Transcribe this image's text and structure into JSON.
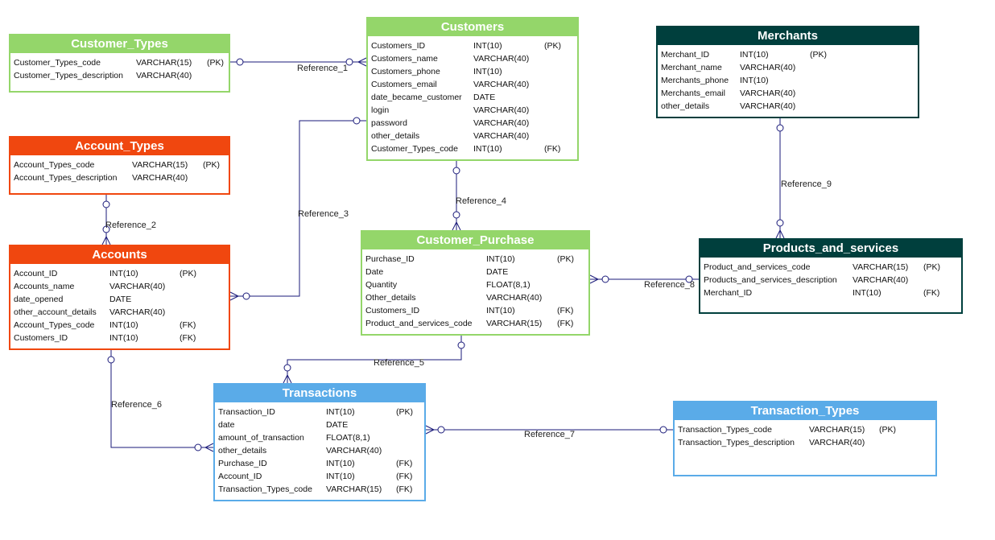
{
  "colors": {
    "green": "#94d66a",
    "orange": "#f0470f",
    "dark_teal": "#003f3d",
    "blue": "#5aabe8",
    "line": "#1a1a7a"
  },
  "references": [
    {
      "id": "r1",
      "label": "Reference_1"
    },
    {
      "id": "r2",
      "label": "Reference_2"
    },
    {
      "id": "r3",
      "label": "Reference_3"
    },
    {
      "id": "r4",
      "label": "Reference_4"
    },
    {
      "id": "r5",
      "label": "Reference_5"
    },
    {
      "id": "r6",
      "label": "Reference_6"
    },
    {
      "id": "r7",
      "label": "Reference_7"
    },
    {
      "id": "r8",
      "label": "Reference_8"
    },
    {
      "id": "r9",
      "label": "Reference_9"
    }
  ],
  "entities": [
    {
      "name": "Customer_Types",
      "color": "green",
      "columns": [
        [
          "Customer_Types_code",
          "VARCHAR(15)",
          "(PK)"
        ],
        [
          "Customer_Types_description",
          "VARCHAR(40)",
          ""
        ]
      ]
    },
    {
      "name": "Account_Types",
      "color": "orange",
      "columns": [
        [
          "Account_Types_code",
          "VARCHAR(15)",
          "(PK)"
        ],
        [
          "Account_Types_description",
          "VARCHAR(40)",
          ""
        ]
      ]
    },
    {
      "name": "Accounts",
      "color": "orange",
      "columns": [
        [
          "Account_ID",
          "INT(10)",
          "(PK)"
        ],
        [
          "Accounts_name",
          "VARCHAR(40)",
          ""
        ],
        [
          "date_opened",
          "DATE",
          ""
        ],
        [
          "other_account_details",
          "VARCHAR(40)",
          ""
        ],
        [
          "Account_Types_code",
          "INT(10)",
          "(FK)"
        ],
        [
          "Customers_ID",
          "INT(10)",
          "(FK)"
        ]
      ]
    },
    {
      "name": "Customers",
      "color": "green",
      "columns": [
        [
          "Customers_ID",
          "INT(10)",
          "(PK)"
        ],
        [
          "Customers_name",
          "VARCHAR(40)",
          ""
        ],
        [
          "Customers_phone",
          "INT(10)",
          ""
        ],
        [
          "Customers_email",
          "VARCHAR(40)",
          ""
        ],
        [
          "date_became_customer",
          "DATE",
          ""
        ],
        [
          "login",
          "VARCHAR(40)",
          ""
        ],
        [
          "password",
          "VARCHAR(40)",
          ""
        ],
        [
          "other_details",
          "VARCHAR(40)",
          ""
        ],
        [
          "Customer_Types_code",
          "INT(10)",
          "(FK)"
        ]
      ]
    },
    {
      "name": "Customer_Purchase",
      "color": "green",
      "columns": [
        [
          "Purchase_ID",
          "INT(10)",
          "(PK)"
        ],
        [
          "Date",
          "DATE",
          ""
        ],
        [
          "Quantity",
          "FLOAT(8,1)",
          ""
        ],
        [
          "Other_details",
          "VARCHAR(40)",
          ""
        ],
        [
          "Customers_ID",
          "INT(10)",
          "(FK)"
        ],
        [
          "Product_and_services_code",
          "VARCHAR(15)",
          "(FK)"
        ]
      ]
    },
    {
      "name": "Merchants",
      "color": "dark_teal",
      "columns": [
        [
          "Merchant_ID",
          "INT(10)",
          "(PK)"
        ],
        [
          "Merchant_name",
          "VARCHAR(40)",
          ""
        ],
        [
          "Merchants_phone",
          "INT(10)",
          ""
        ],
        [
          "Merchants_email",
          "VARCHAR(40)",
          ""
        ],
        [
          "other_details",
          "VARCHAR(40)",
          ""
        ]
      ]
    },
    {
      "name": "Products_and_services",
      "color": "dark_teal",
      "columns": [
        [
          "Product_and_services_code",
          "VARCHAR(15)",
          "(PK)"
        ],
        [
          "Products_and_services_description",
          "VARCHAR(40)",
          ""
        ],
        [
          "Merchant_ID",
          "INT(10)",
          "(FK)"
        ]
      ]
    },
    {
      "name": "Transactions",
      "color": "blue",
      "columns": [
        [
          "Transaction_ID",
          "INT(10)",
          "(PK)"
        ],
        [
          "date",
          "DATE",
          ""
        ],
        [
          "amount_of_transaction",
          "FLOAT(8,1)",
          ""
        ],
        [
          "other_details",
          "VARCHAR(40)",
          ""
        ],
        [
          "Purchase_ID",
          "INT(10)",
          "(FK)"
        ],
        [
          "Account_ID",
          "INT(10)",
          "(FK)"
        ],
        [
          "Transaction_Types_code",
          "VARCHAR(15)",
          "(FK)"
        ]
      ]
    },
    {
      "name": "Transaction_Types",
      "color": "blue",
      "columns": [
        [
          "Transaction_Types_code",
          "VARCHAR(15)",
          "(PK)"
        ],
        [
          "Transaction_Types_description",
          "VARCHAR(40)",
          ""
        ]
      ]
    }
  ]
}
